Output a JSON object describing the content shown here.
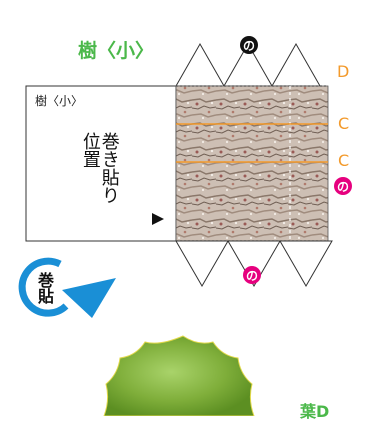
{
  "title": "樹〈小〉",
  "small_label": "樹〈小〉",
  "instruction": [
    "巻き貼り",
    "位置"
  ],
  "edge_labels": {
    "top_right": "D",
    "middle_1": "C",
    "middle_2": "C",
    "bottom_right": "葉D"
  },
  "marks": {
    "top": "の",
    "right": "の",
    "bottom": "の"
  },
  "rotate_label": "巻貼",
  "colors": {
    "green_title": "#4bb84a",
    "orange": "#f39a2b",
    "magenta": "#e6007e",
    "blue": "#1a8fd6",
    "black": "#111111",
    "leaf_green": "#8bc34a"
  }
}
